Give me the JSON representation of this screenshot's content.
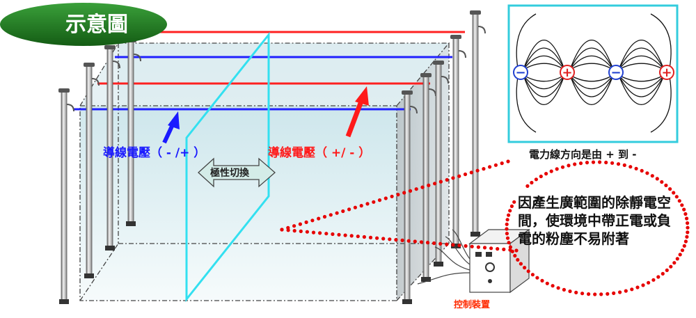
{
  "badge": {
    "title": "示意圖"
  },
  "labels": {
    "blue_voltage": "導線電壓（ - /+ ）",
    "red_voltage": "導線電壓（ +/ - ）",
    "polarity_switch": "極性切換",
    "field_direction": "電力線方向是由 + 到 -",
    "controller": "控制裝置"
  },
  "note": {
    "text": "因產生廣範圍的除靜電空間，使環境中帶正電或負電的粉塵不易附著"
  },
  "field_diagram": {
    "charges": [
      "−",
      "+",
      "−",
      "+"
    ]
  },
  "colors": {
    "positive_wire": "#ff2020",
    "negative_wire": "#2020ff",
    "badge_green": "#1f7a1f",
    "frame_border": "#33ccdd",
    "callout_dots": "#e60000",
    "switch_plane": "#33e0f0"
  }
}
